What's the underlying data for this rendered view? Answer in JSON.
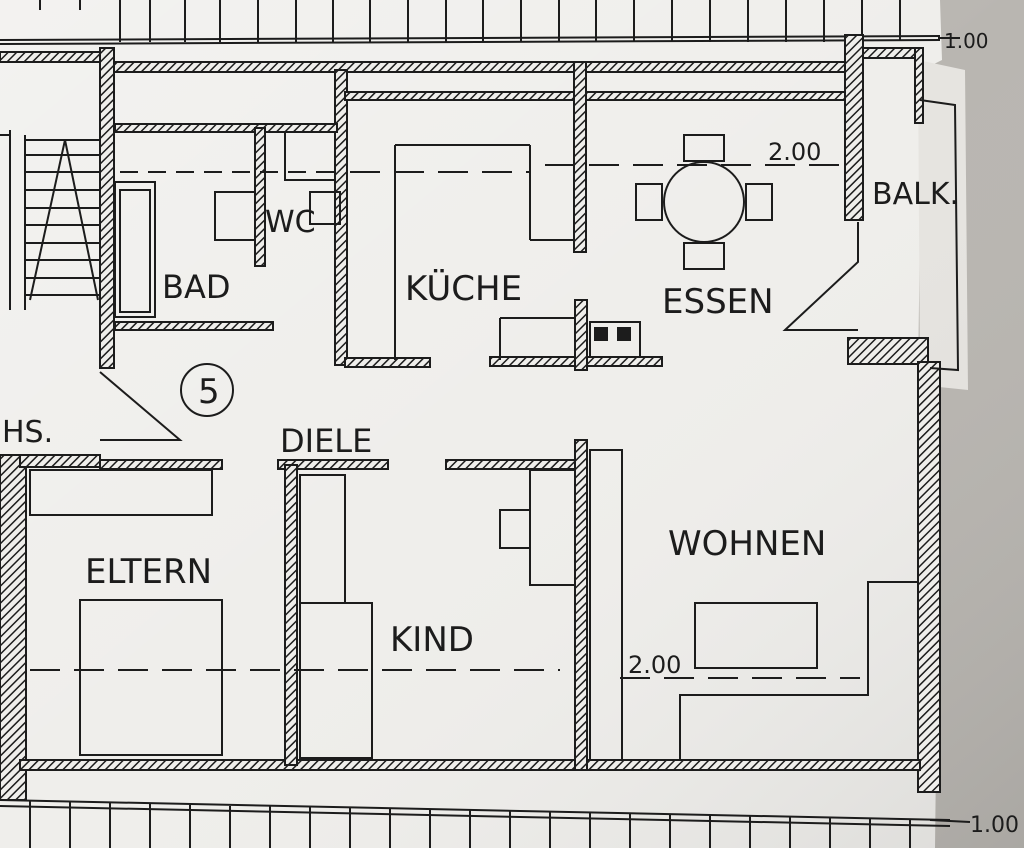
{
  "plan": {
    "apartment_number": "5",
    "rooms": {
      "bad": "BAD",
      "wc": "WC",
      "kueche": "KÜCHE",
      "essen": "ESSEN",
      "balkon": "BALK.",
      "diele": "DIELE",
      "eltern": "ELTERN",
      "kind": "KIND",
      "wohnen": "WOHNEN",
      "treppenhaus_fragment": "HS."
    },
    "dimensions": {
      "top_right": "1.00",
      "bottom_right": "1.00",
      "essen_width": "2.00",
      "wohnen_width": "2.00"
    },
    "colors": {
      "paper": "#efeeeb",
      "ink": "#1c1c1c",
      "background": "#b9b6b1"
    }
  }
}
